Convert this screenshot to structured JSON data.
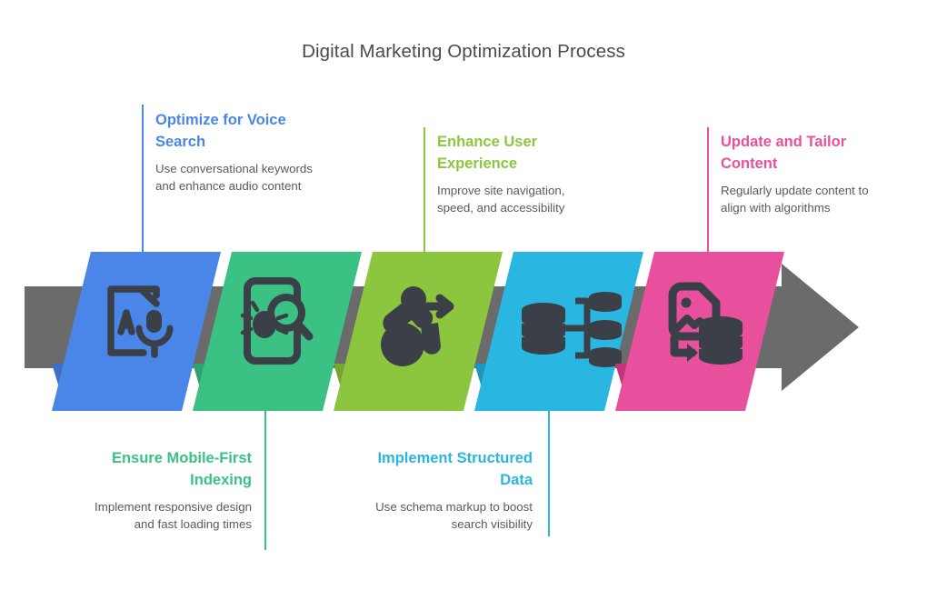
{
  "title": "Digital Marketing Optimization Process",
  "colors": {
    "blue": "#4a86e8",
    "green": "#3ac183",
    "lime": "#8cc63e",
    "cyan": "#29b6e0",
    "pink": "#e8509e",
    "arrow_gray": "#6b6b6b",
    "title_text": "#4a4a4a",
    "body_text": "#5a5a5a",
    "icon_dark": "#3b3f47",
    "blue_shadow": "#3f6fc4",
    "green_shadow": "#2ea36d",
    "lime_shadow": "#74a832",
    "cyan_shadow": "#1f97bb",
    "pink_shadow": "#c4337e"
  },
  "steps": [
    {
      "id": "optimize-voice-search",
      "heading": "Optimize for Voice Search",
      "description": "Use conversational keywords and enhance audio content",
      "color": "#4a86e8",
      "icon": "document-microphone-icon",
      "position": "top",
      "align": "left"
    },
    {
      "id": "ensure-mobile-first-indexing",
      "heading": "Ensure Mobile-First Indexing",
      "description": "Implement responsive design and fast loading times",
      "color": "#3ac183",
      "icon": "mobile-inspect-icon",
      "position": "bottom",
      "align": "right"
    },
    {
      "id": "enhance-user-experience",
      "heading": "Enhance User Experience",
      "description": "Improve site navigation, speed, and accessibility",
      "color": "#8cc63e",
      "icon": "accessibility-arrow-icon",
      "position": "top",
      "align": "left"
    },
    {
      "id": "implement-structured-data",
      "heading": "Implement Structured Data",
      "description": "Use schema markup to boost search visibility",
      "color": "#29b6e0",
      "icon": "database-structure-icon",
      "position": "bottom",
      "align": "right"
    },
    {
      "id": "update-tailor-content",
      "heading": "Update and Tailor Content",
      "description": "Regularly update content to align with algorithms",
      "color": "#e8509e",
      "icon": "image-to-database-icon",
      "position": "top",
      "align": "left"
    }
  ]
}
